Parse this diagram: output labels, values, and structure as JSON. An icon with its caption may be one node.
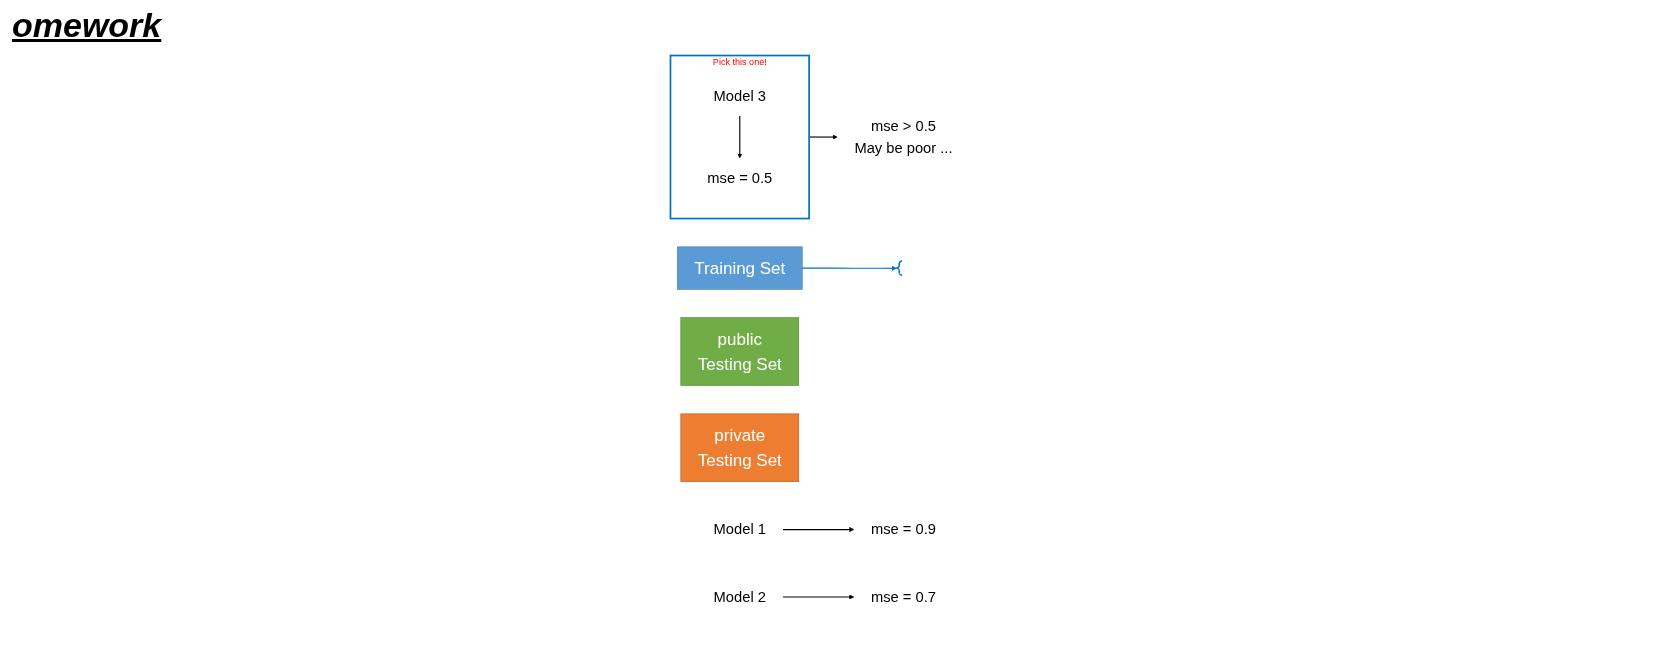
{
  "diagram": {
    "title": "omework",
    "nodes": [
      {
        "text": [
          "Training Set"
        ]
      },
      {
        "text": [
          "public",
          "Testing Set"
        ]
      },
      {
        "text": [
          "private",
          "Testing Set"
        ]
      },
      {
        "text": [],
        "shape": "bracket"
      },
      {
        "text": [
          "Model 1"
        ]
      },
      {
        "text": [
          "mse = 0.9"
        ]
      },
      {
        "text": [
          "Model 2"
        ]
      },
      {
        "text": [
          "mse = 0.7"
        ]
      },
      {
        "text": [],
        "shape": "box",
        "beside": [
          "Pick this one!"
        ]
      },
      {
        "text": [
          "Model 3"
        ],
        "in": 8
      },
      {
        "text": [
          "mse = 0.5"
        ],
        "in": 8
      },
      {
        "text": [
          "mse > 0.5"
        ],
        "beside": [
          "May be poor ..."
        ]
      }
    ],
    "edges": [
      {
        "from": 0,
        "to": 3,
        "arrow": "to",
        "color": "#0070c0"
      },
      {
        "from": 4,
        "to": 5,
        "arrow": "to"
      },
      {
        "from": 6,
        "to": 7,
        "arrow": "to"
      },
      {
        "from": 9,
        "to": 10,
        "arrow": "to"
      },
      {
        "from": 8,
        "to": 11,
        "arrow": "to"
      }
    ]
  }
}
